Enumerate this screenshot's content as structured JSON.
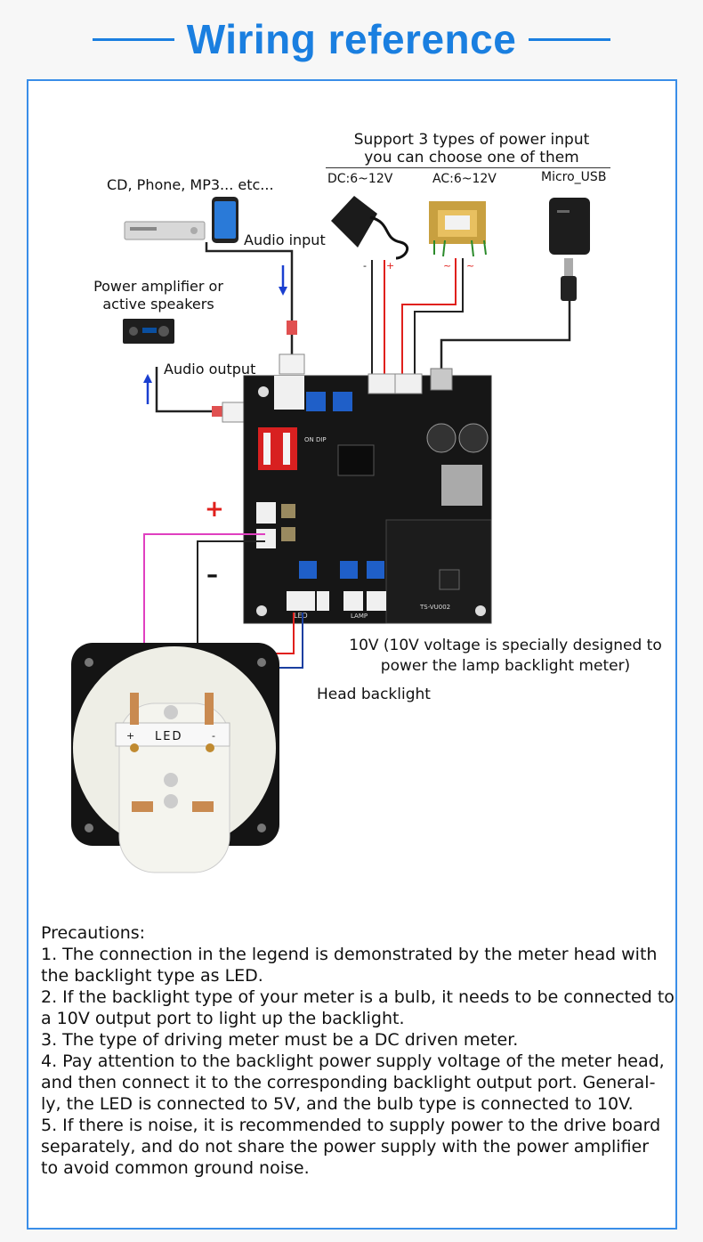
{
  "header": {
    "title": "Wiring reference"
  },
  "power_input": {
    "heading_line1": "Support 3 types of power input",
    "heading_line2": "you can choose one of them",
    "options": [
      {
        "label": "DC:6~12V",
        "icon": "dc-adapter-icon",
        "pins": [
          "-",
          "+"
        ]
      },
      {
        "label": "AC:6~12V",
        "icon": "transformer-icon",
        "pins": [
          "~",
          "~"
        ]
      },
      {
        "label": "Micro_USB",
        "icon": "usb-charger-icon"
      }
    ]
  },
  "sources": {
    "label": "CD, Phone, MP3... etc...",
    "audio_input": "Audio input",
    "amp_label_line1": "Power amplifier or",
    "amp_label_line2": "active speakers",
    "audio_output": "Audio output"
  },
  "board": {
    "plus": "+",
    "minus": "–",
    "silk": {
      "led": "LED",
      "lamp": "LAMP",
      "on_dip": "ON DIP",
      "model": "TS-VU002"
    }
  },
  "lamp_note_line1": "10V (10V voltage is specially designed to",
  "lamp_note_line2": "power the lamp backlight meter)",
  "head_backlight": "Head backlight",
  "meter": {
    "plus": "+",
    "led": "LED",
    "minus": "-"
  },
  "precautions": {
    "title": "Precautions:",
    "lines": [
      "1. The connection in the legend is demonstrated by the meter head with",
      "the backlight type as LED.",
      "2. If the backlight type of your meter is a bulb, it needs to be connected to",
      "a 10V output port to light up the backlight.",
      "3. The type of driving meter must be a DC driven meter.",
      "4. Pay attention to the backlight power supply voltage of the meter head,",
      "and then connect it to the corresponding backlight output port. General-",
      "ly, the LED is connected to 5V, and the bulb type is connected to 10V.",
      "5. If there is noise, it is recommended to supply power to the drive board",
      "separately, and do not share the power supply with the power amplifier",
      "to avoid common ground noise."
    ]
  },
  "colors": {
    "accent": "#1a7fe0",
    "wire_red": "#e0201c",
    "wire_magenta": "#e040c0",
    "wire_blue": "#1a3fa0",
    "arrow_blue": "#1a3fd0"
  }
}
